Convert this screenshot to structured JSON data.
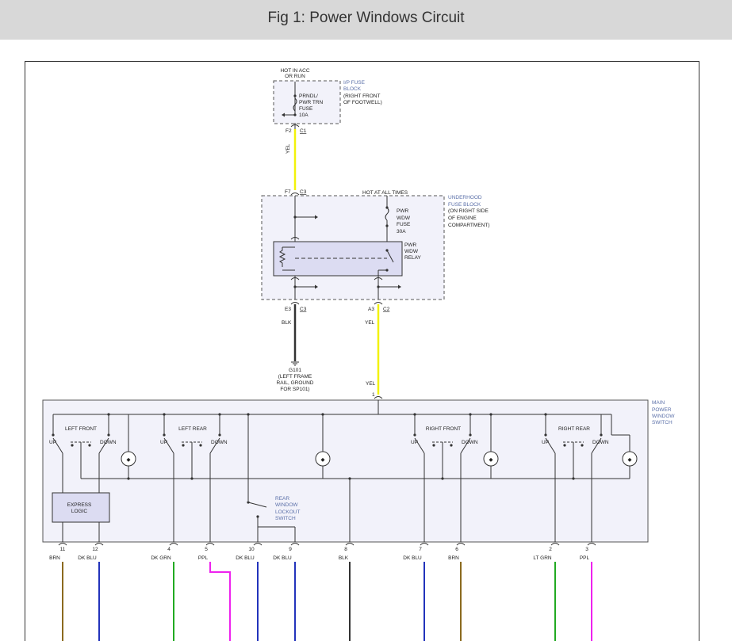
{
  "header": {
    "title": "Fig 1: Power Windows Circuit"
  },
  "colors": {
    "yellow": "#f2f20a",
    "black": "#333333",
    "brown": "#8b6a1e",
    "blue": "#2233bb",
    "green": "#22aa22",
    "magenta": "#ee22ee",
    "label_blue": "#5a6fa8",
    "box_fill": "#f2f2fa"
  },
  "top": {
    "supply": [
      "HOT IN ACC",
      "OR RUN"
    ],
    "ip_fuse_block": [
      "I/P FUSE",
      "BLOCK"
    ],
    "ip_fuse_block_desc": [
      "(RIGHT FRONT",
      "OF FOOTWELL)"
    ],
    "fuse1": [
      "PRNDL/",
      "PWR TRN",
      "FUSE",
      "10A"
    ],
    "f2": "F2",
    "c1": "C1",
    "wire_yel": "YEL"
  },
  "underhood": {
    "f7": "F7",
    "c3": "C3",
    "hot_all_times": "HOT AT ALL TIMES",
    "title": [
      "UNDERHOOD",
      "FUSE BLOCK"
    ],
    "desc": [
      "(ON RIGHT SIDE",
      "OF ENGINE",
      "COMPARTMENT)"
    ],
    "fuse2": [
      "PWR",
      "WDW",
      "FUSE",
      "30A"
    ],
    "relay": [
      "PWR",
      "WDW",
      "RELAY"
    ],
    "e3": "E3",
    "c3b": "C3",
    "a3": "A3",
    "c2": "C2",
    "blk": "BLK",
    "yel": "YEL"
  },
  "ground": {
    "id": "G101",
    "desc": [
      "(LEFT FRAME",
      "RAIL, GROUND",
      "FOR SP101)"
    ]
  },
  "main_switch": {
    "yel": "YEL",
    "pin1": "1",
    "title": [
      "MAIN",
      "POWER",
      "WINDOW",
      "SWITCH"
    ],
    "left_front": "LEFT FRONT",
    "left_rear": "LEFT REAR",
    "right_front": "RIGHT FRONT",
    "right_rear": "RIGHT REAR",
    "up": "UP",
    "down": "DOWN",
    "express": [
      "EXPRESS",
      "LOGIC"
    ],
    "lockout": [
      "REAR",
      "WINDOW",
      "LOCKOUT",
      "SWITCH"
    ]
  },
  "outputs": [
    {
      "pin": "11",
      "color": "BRN"
    },
    {
      "pin": "12",
      "color": "DK BLU"
    },
    {
      "pin": "4",
      "color": "DK GRN"
    },
    {
      "pin": "5",
      "color": "PPL"
    },
    {
      "pin": "10",
      "color": "DK BLU"
    },
    {
      "pin": "9",
      "color": "DK BLU"
    },
    {
      "pin": "8",
      "color": "BLK"
    },
    {
      "pin": "7",
      "color": "DK BLU"
    },
    {
      "pin": "6",
      "color": "BRN"
    },
    {
      "pin": "2",
      "color": "LT GRN"
    },
    {
      "pin": "3",
      "color": "PPL"
    }
  ]
}
